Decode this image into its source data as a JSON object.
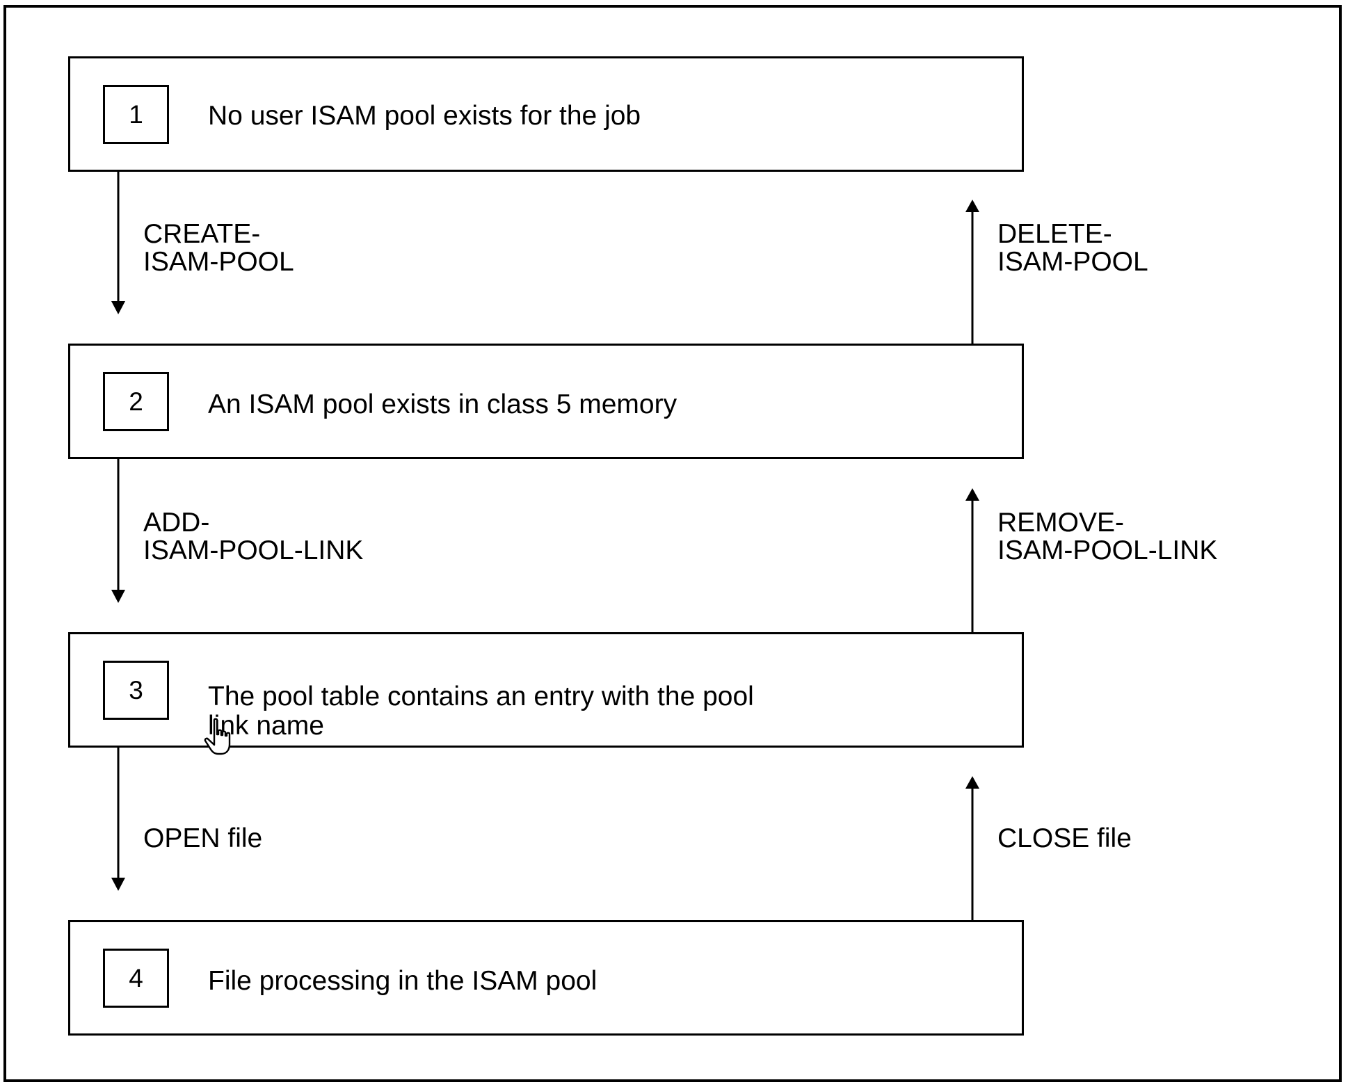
{
  "states": [
    {
      "number": "1",
      "text": "No user ISAM pool exists for the job"
    },
    {
      "number": "2",
      "text": "An ISAM pool exists in class 5 memory"
    },
    {
      "number": "3",
      "text": "The pool table contains an entry with the pool\nlink name"
    },
    {
      "number": "4",
      "text": "File processing in the ISAM pool"
    }
  ],
  "transitions": {
    "forward": [
      {
        "label": "CREATE-\nISAM-POOL"
      },
      {
        "label": "ADD-\nISAM-POOL-LINK"
      },
      {
        "label": "OPEN file"
      }
    ],
    "backward": [
      {
        "label": "DELETE-\nISAM-POOL"
      },
      {
        "label": "REMOVE-\nISAM-POOL-LINK"
      },
      {
        "label": "CLOSE file"
      }
    ]
  },
  "cursor": {
    "icon": "hand-pointer-icon"
  }
}
